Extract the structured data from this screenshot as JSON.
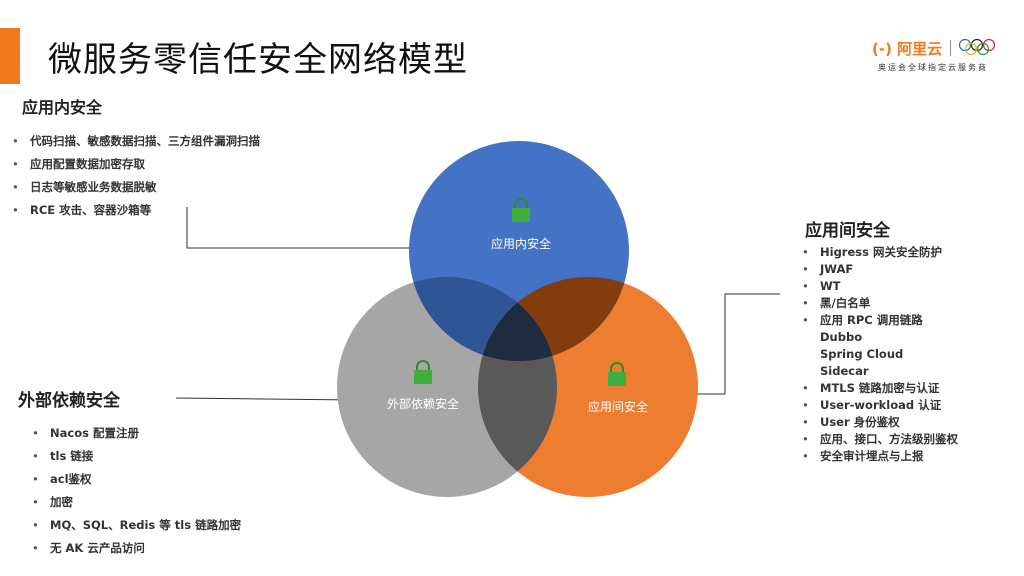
{
  "title": "微服务零信任安全网络模型",
  "logo": {
    "brand": "(-) 阿里云",
    "slogan": "奥运会全球指定云服务商"
  },
  "sections": {
    "in_app": {
      "heading": "应用内安全",
      "items": [
        "代码扫描、敏感数据扫描、三方组件漏洞扫描",
        "应用配置数据加密存取",
        "日志等敏感业务数据脱敏",
        "RCE 攻击、容器沙箱等"
      ]
    },
    "inter_app": {
      "heading": "应用间安全",
      "items": [
        {
          "text": "Higress 网关安全防护",
          "bullet": true
        },
        {
          "text": "JWAF",
          "bullet": true
        },
        {
          "text": "WT",
          "bullet": true
        },
        {
          "text": "黑/白名单",
          "bullet": true
        },
        {
          "text": "应用 RPC 调用链路",
          "bullet": true
        },
        {
          "text": "Dubbo",
          "bullet": false
        },
        {
          "text": "Spring Cloud",
          "bullet": false
        },
        {
          "text": "Sidecar",
          "bullet": false
        },
        {
          "text": "MTLS 链路加密与认证",
          "bullet": true
        },
        {
          "text": "User-workload 认证",
          "bullet": true
        },
        {
          "text": "User 身份鉴权",
          "bullet": true
        },
        {
          "text": "应用、接口、方法级别鉴权",
          "bullet": true
        },
        {
          "text": "安全审计埋点与上报",
          "bullet": true
        }
      ]
    },
    "external": {
      "heading": "外部依赖安全",
      "items": [
        "Nacos 配置注册",
        "tls 链接",
        "acl鉴权",
        "加密",
        "MQ、SQL、Redis 等 tls 链路加密",
        "无 AK 云产品访问"
      ]
    }
  },
  "venn": {
    "top_label": "应用内安全",
    "left_label": "外部依赖安全",
    "right_label": "应用间安全",
    "colors": {
      "blue": "#4472c4",
      "gray": "#a6a6a6",
      "orange": "#ed7d31",
      "blue_gray": "#2f5597",
      "blue_orange": "#843c0c",
      "gray_orange": "#595959",
      "center": "#1f2b3e",
      "lock": "#3fae3f"
    }
  },
  "bullet_char": "•"
}
